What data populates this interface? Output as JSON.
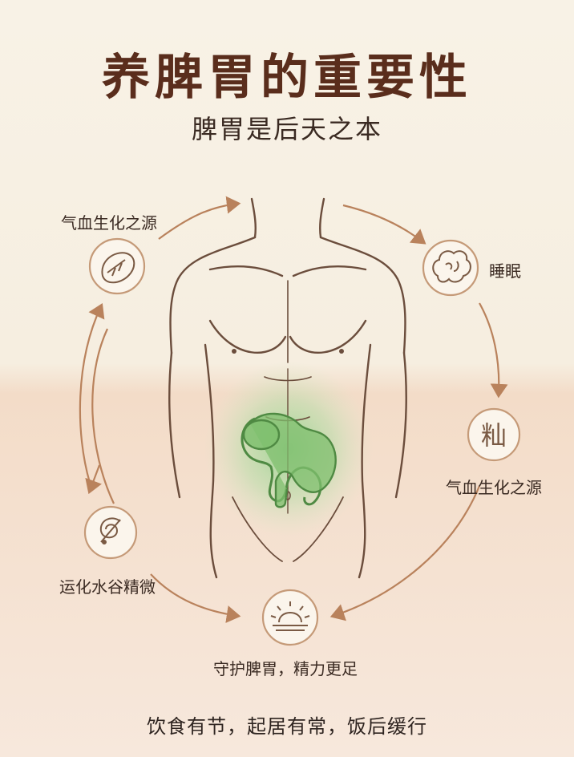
{
  "title": "养脾胃的重要性",
  "subtitle": "脾胃是后天之本",
  "nodes": [
    {
      "label": "气血生化之源",
      "icon": "sweet-potato-icon"
    },
    {
      "label": "睡眠",
      "icon": "brain-cloud-icon"
    },
    {
      "label": "气血生化之源",
      "icon": "rice-character-icon",
      "glyph": "籼"
    },
    {
      "label": "守护脾胃，精力更足",
      "icon": "rising-sun-icon"
    },
    {
      "label": "运化水谷精微",
      "icon": "digestion-swirl-icon"
    }
  ],
  "footer": "饮食有节，起居有常，饭后缓行",
  "colors": {
    "title": "#5a2d1c",
    "arrow": "#b9825c",
    "outline": "#6b4d3c",
    "stomach": "#7fbf6e",
    "glow": "#8fd18a"
  }
}
